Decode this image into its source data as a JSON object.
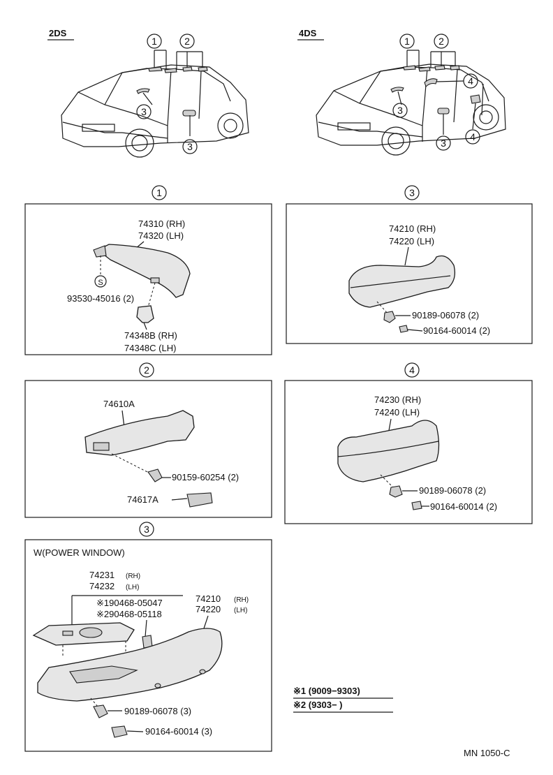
{
  "header": {
    "left_variant": "2DS",
    "right_variant": "4DS"
  },
  "refs": {
    "r1": "1",
    "r2": "2",
    "r3": "3",
    "r4": "4"
  },
  "sun_visor": {
    "part_rh": "74310 (RH)",
    "part_lh": "74320 (LH)",
    "screw_symbol": "S",
    "screw": "93530-45016 (2)",
    "holder_rh": "74348B (RH)",
    "holder_lh": "74348C (LH)"
  },
  "assist_grip": {
    "part": "74610A",
    "bolt": "90159-60254 (2)",
    "cover": "74617A"
  },
  "armrest_front": {
    "part_rh": "74210 (RH)",
    "part_lh": "74220 (LH)",
    "clip": "90189-06078 (2)",
    "screw": "90164-60014 (2)"
  },
  "armrest_rear": {
    "part_rh": "74230 (RH)",
    "part_lh": "74240 (LH)",
    "clip": "90189-06078 (2)",
    "screw": "90164-60014 (2)"
  },
  "power_window": {
    "title": "W(POWER WINDOW)",
    "panel_rh": "74231",
    "panel_rh_side": "(RH)",
    "panel_lh": "74232",
    "panel_lh_side": "(LH)",
    "switch_1": "※190468-05047",
    "switch_2": "※290468-05118",
    "armrest_rh": "74210",
    "armrest_rh_side": "(RH)",
    "armrest_lh": "74220",
    "armrest_lh_side": "(LH)",
    "clip": "90189-06078 (3)",
    "screw": "90164-60014 (3)"
  },
  "legend": {
    "line1": "※1 (9009−9303)",
    "line2": "※2 (9303−        )"
  },
  "footer": {
    "code": "MN 1050-C"
  }
}
